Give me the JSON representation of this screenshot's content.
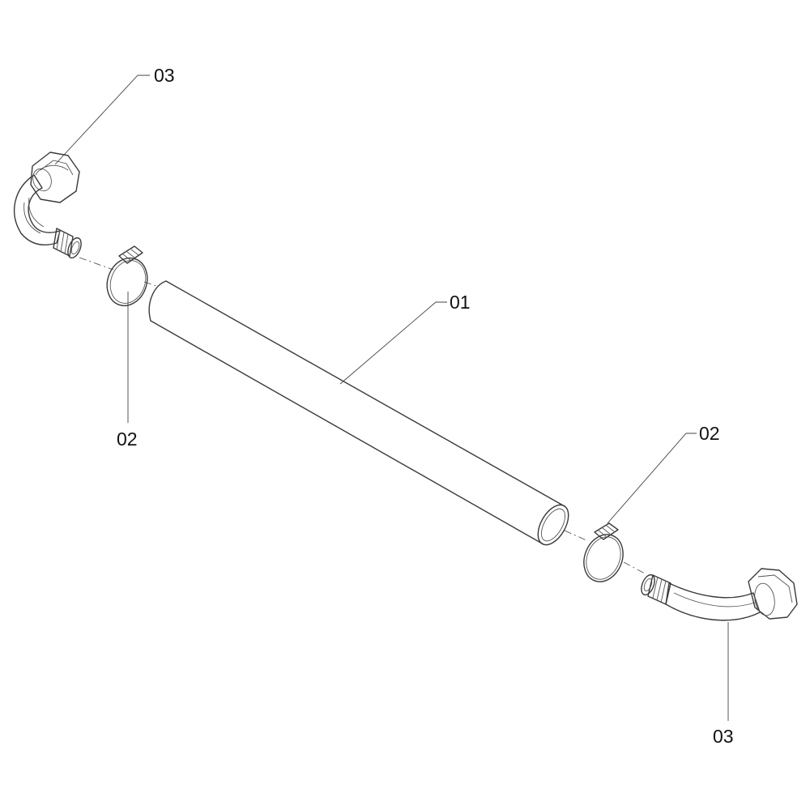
{
  "callouts": {
    "top_left_03": "03",
    "left_02": "02",
    "center_01": "01",
    "right_02": "02",
    "bottom_right_03": "03"
  }
}
